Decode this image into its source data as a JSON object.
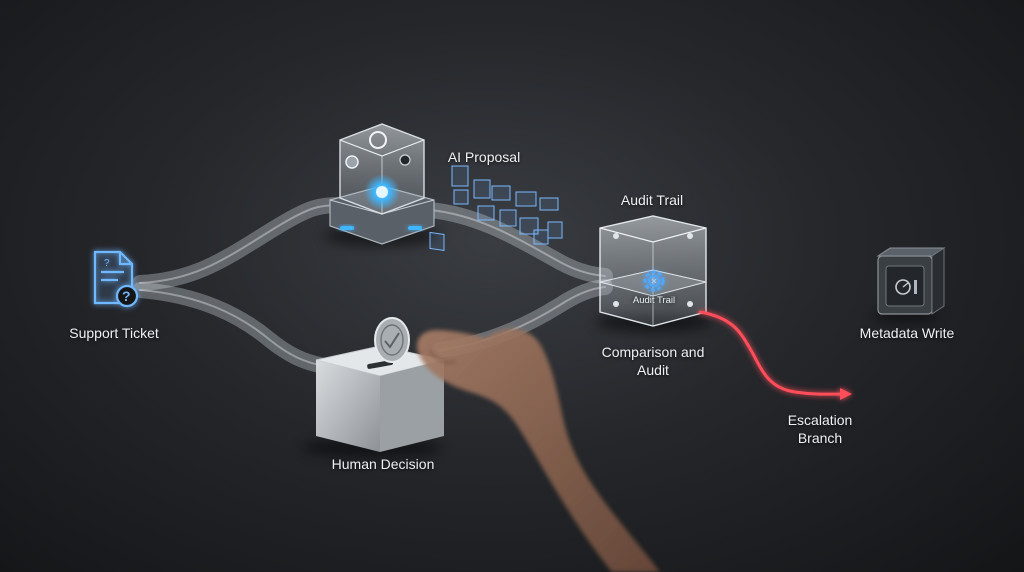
{
  "nodes": {
    "support_ticket": "Support Ticket",
    "ai_proposal": "AI Proposal",
    "audit_trail": "Audit Trail",
    "audit_trail_cube": "Audit Trail",
    "comparison": "Comparison and Audit",
    "human_decision": "Human Decision",
    "escalation": "Escalation Branch",
    "metadata_write": "Metadata Write"
  },
  "icons": {
    "ticket": "document-question-icon",
    "robot": "ai-robot-cube-icon",
    "audit_cube": "glass-audit-cube-icon",
    "gear": "gear-sync-icon",
    "vault": "safe-vault-icon",
    "ballot": "ballot-box-icon",
    "hand": "hand-icon",
    "coin": "coin-check-icon"
  },
  "colors": {
    "path_glass": "#cfd6dc",
    "ai_glow": "#3fb6ff",
    "approve_line": "#3ddc6a",
    "escalation_line": "#ff4d5a",
    "ticket_glow": "#6fb8ff"
  }
}
